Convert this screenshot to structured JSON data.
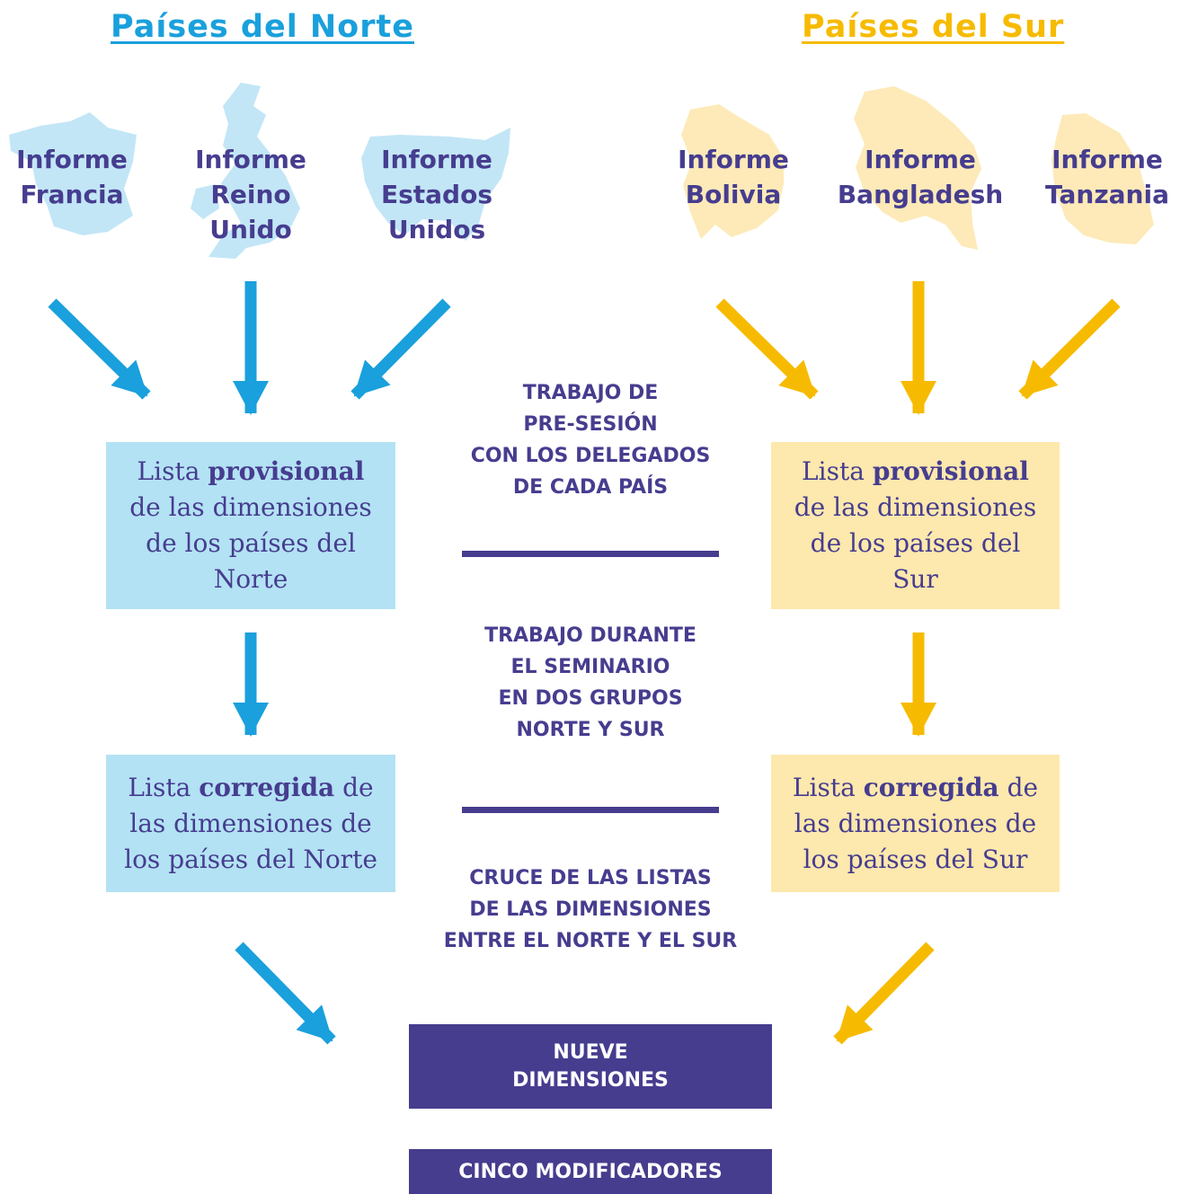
{
  "colors": {
    "north": "#1aa0dc",
    "south": "#f6bb00",
    "ink": "#463d8f",
    "north_light": "#b3e2f4",
    "south_light": "#fde8ad",
    "north_map": "#c2e6f6",
    "south_map": "#fdeab8"
  },
  "north": {
    "title": "Países del Norte",
    "reports": [
      {
        "map_icon": "france-map-icon",
        "lines": [
          "Informe",
          "Francia"
        ]
      },
      {
        "map_icon": "uk-map-icon",
        "lines": [
          "Informe",
          "Reino",
          "Unido"
        ]
      },
      {
        "map_icon": "usa-map-icon",
        "lines": [
          "Informe",
          "Estados",
          "Unidos"
        ]
      }
    ],
    "provisional": {
      "pre": "Lista ",
      "bold": "provisional",
      "rest": [
        "de las dimensiones",
        "de los países del",
        "Norte"
      ]
    },
    "corrected": {
      "pre": "Lista ",
      "bold": "corregida",
      "post": " de",
      "rest": [
        "las dimensiones de",
        "los países del Norte"
      ]
    }
  },
  "south": {
    "title": "Países del Sur",
    "reports": [
      {
        "map_icon": "bolivia-map-icon",
        "lines": [
          "Informe",
          "Bolivia"
        ]
      },
      {
        "map_icon": "bangladesh-map-icon",
        "lines": [
          "Informe",
          "Bangladesh"
        ]
      },
      {
        "map_icon": "tanzania-map-icon",
        "lines": [
          "Informe",
          "Tanzania"
        ]
      }
    ],
    "provisional": {
      "pre": "Lista ",
      "bold": "provisional",
      "rest": [
        "de las dimensiones",
        "de los países del",
        "Sur"
      ]
    },
    "corrected": {
      "pre": "Lista ",
      "bold": "corregida",
      "post": " de",
      "rest": [
        "las dimensiones de",
        "los países del Sur"
      ]
    }
  },
  "phases": [
    [
      "TRABAJO DE",
      "PRE-SESIÓN",
      "CON LOS DELEGADOS",
      "DE CADA PAÍS"
    ],
    [
      "TRABAJO DURANTE",
      "EL SEMINARIO",
      "EN DOS GRUPOS",
      "NORTE Y SUR"
    ],
    [
      "CRUCE DE LAS LISTAS",
      "DE LAS DIMENSIONES",
      "ENTRE EL NORTE Y EL SUR"
    ]
  ],
  "results": [
    [
      "NUEVE",
      "DIMENSIONES"
    ],
    [
      "CINCO MODIFICADORES"
    ]
  ]
}
